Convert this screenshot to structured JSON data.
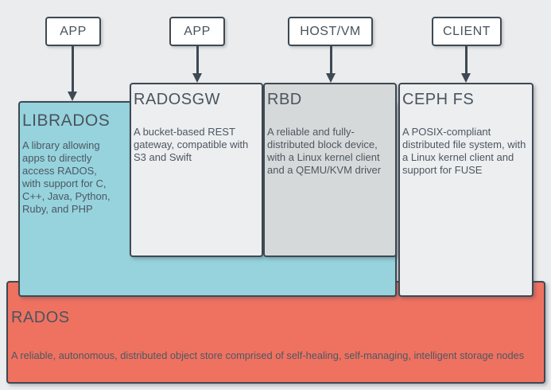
{
  "top_nodes": [
    {
      "label": "APP"
    },
    {
      "label": "APP"
    },
    {
      "label": "HOST/VM"
    },
    {
      "label": "CLIENT"
    }
  ],
  "boxes": {
    "librados": {
      "title": "LIBRADOS",
      "description": "A library allowing apps to directly access RADOS, with support for C, C++, Java, Python, Ruby, and PHP",
      "fill": "#96d3dd"
    },
    "radosgw": {
      "title": "RADOSGW",
      "description": "A bucket-based REST gateway, compatible with S3 and Swift",
      "fill": "#eceef0"
    },
    "rbd": {
      "title": "RBD",
      "description": "A reliable and fully-distributed block device, with a Linux kernel client and a QEMU/KVM driver",
      "fill": "#d6d9da"
    },
    "cephfs": {
      "title": "CEPH FS",
      "description": "A POSIX-compliant distributed file system, with a Linux kernel client and support for FUSE",
      "fill": "#eceef0"
    },
    "rados": {
      "title": "RADOS",
      "description": "A reliable, autonomous, distributed object store comprised of self-healing, self-managing, intelligent storage nodes",
      "fill": "#ef7261"
    }
  },
  "colors": {
    "background": "#ebeced",
    "border": "#3e4953",
    "title_text": "#4a545e",
    "body_text": "#4d5761",
    "node_fill": "#ffffff"
  }
}
